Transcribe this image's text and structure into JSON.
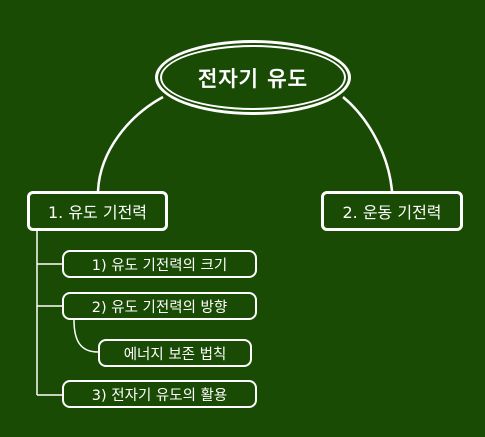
{
  "diagram": {
    "background": "#194b05",
    "line_color": "#ffffff",
    "root": {
      "label": "전자기 유도"
    },
    "branches": [
      {
        "label": "1. 유도 기전력",
        "children": [
          {
            "label": "1) 유도 기전력의 크기"
          },
          {
            "label": "2) 유도 기전력의 방향",
            "children": [
              {
                "label": "에너지 보존 법칙"
              }
            ]
          },
          {
            "label": "3) 전자기 유도의 활용"
          }
        ]
      },
      {
        "label": "2. 운동 기전력"
      }
    ]
  }
}
